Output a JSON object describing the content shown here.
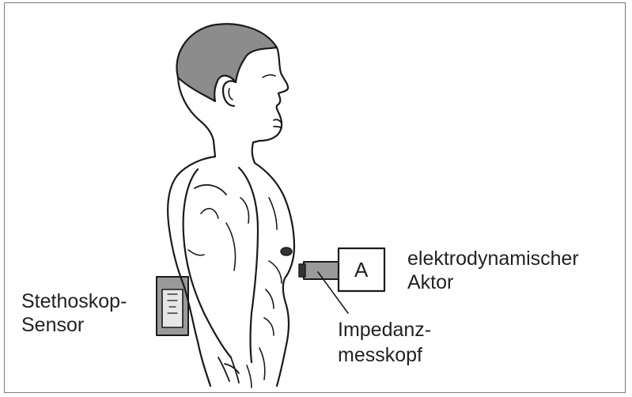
{
  "labels": {
    "stethoscope_line1": "Stethoskop-",
    "stethoscope_line2": "Sensor",
    "actuator_line1": "elektrodynamischer",
    "actuator_line2": "Aktor",
    "impedance_line1": "Impedanz-",
    "impedance_line2": "messkopf",
    "actuator_box_letter": "A"
  },
  "colors": {
    "hair": "#8c8c8c",
    "device_gray": "#9a9a9a",
    "line": "#1a1a1a",
    "frame": "#7a7a7a"
  }
}
